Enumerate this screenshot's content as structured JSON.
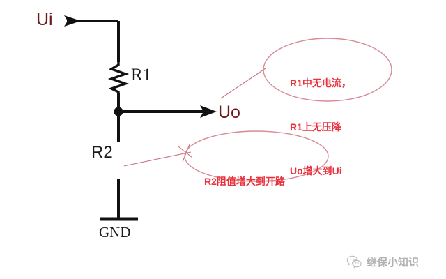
{
  "diagram": {
    "title": "R2 open-circuit voltage divider",
    "circuit": {
      "input_label": "Ui",
      "output_label": "Uo",
      "resistor_1_label": "R1",
      "resistor_2_label": "R2",
      "ground_label": "GND"
    },
    "annotations": [
      {
        "id": "annotation-1",
        "lines": [
          "R1中无电流，",
          "R1上无压降",
          "Uo增大到Ui"
        ],
        "points_to": "Uo"
      },
      {
        "id": "annotation-2",
        "lines": [
          "R2阻值增大到开路"
        ],
        "points_to": "R2"
      }
    ]
  },
  "watermark": {
    "text": "继保小知识",
    "icon": "wechat-icon"
  },
  "colors": {
    "wire": "#111111",
    "terminal_label": "#6b1a1a",
    "annotation_text": "#e8323c",
    "annotation_outline": "#d98a96",
    "leader_line": "#c9707e",
    "background": "#ffffff"
  }
}
